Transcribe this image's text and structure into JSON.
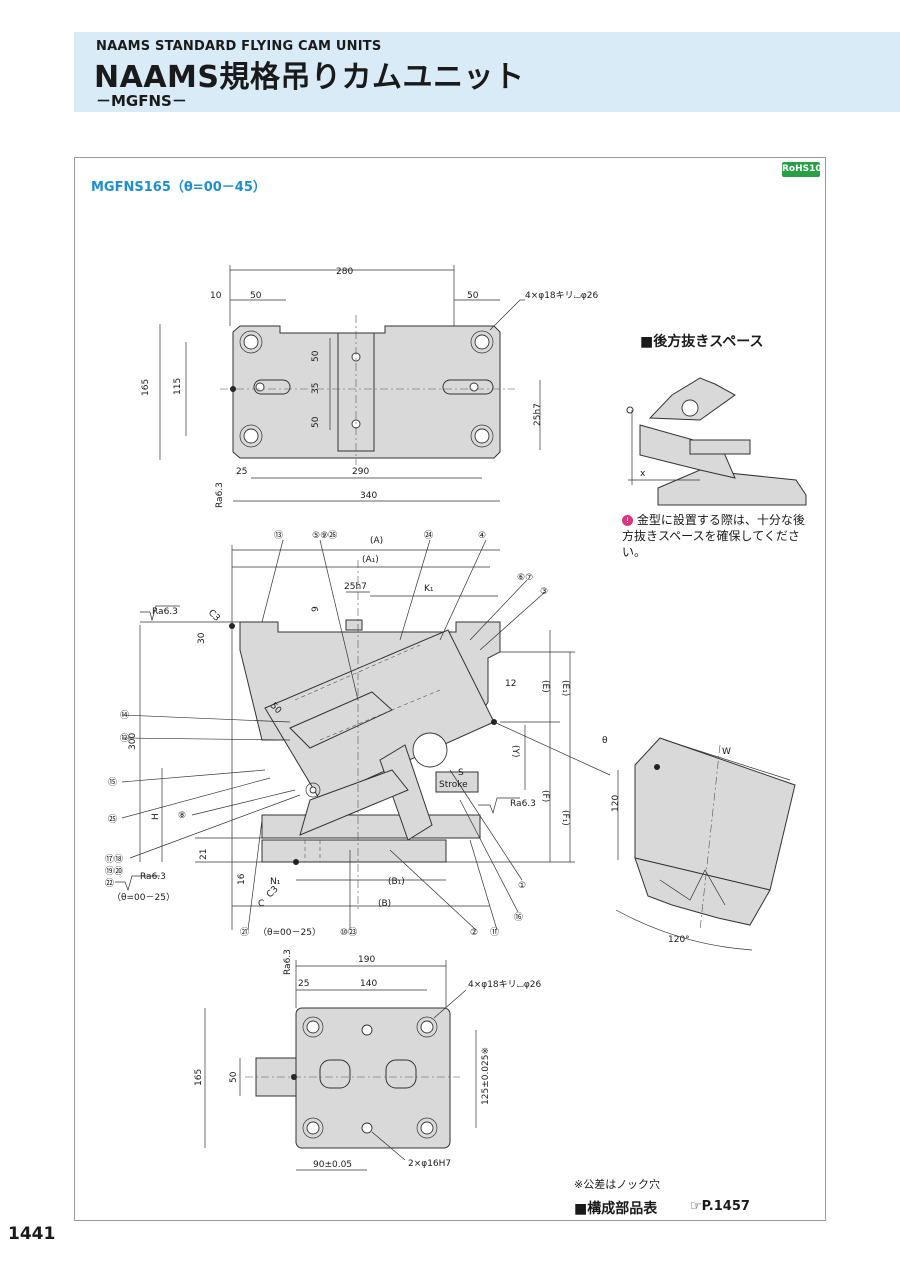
{
  "header": {
    "en_title": "NAAMS STANDARD FLYING CAM UNITS",
    "jp_title": "NAAMS規格吊りカムユニット",
    "subtitle": "－MGFNS－"
  },
  "model_label": "MGFNS165（θ=00－45）",
  "rohs": "RoHS10",
  "rear_space": {
    "title": "■後方抜きスペース",
    "x_label": "x",
    "note": "金型に設置する際は、十分な後方抜きスペースを確保してください。"
  },
  "top_view_dims": {
    "d280": "280",
    "d10": "10",
    "d50a": "50",
    "d50b": "50",
    "holes": "4×φ18キリ⌴φ26",
    "d165": "165",
    "d115": "115",
    "d50c": "50",
    "d35": "35",
    "d50d": "50",
    "d25h7": "25h7",
    "d25": "25",
    "d290": "290",
    "d340": "340",
    "ra": "Ra6.3"
  },
  "side_view_labels": {
    "A": "(A)",
    "A1": "(A₁)",
    "K1": "K₁",
    "d25h7": "25h7",
    "d9": "9",
    "d30": "30",
    "C3a": "C3",
    "d50": "50",
    "d300": "300",
    "H": "H",
    "d21": "21",
    "d16": "16",
    "N1": "N₁",
    "C": "C",
    "C3b": "C3",
    "B1": "(B₁)",
    "B": "(B)",
    "E": "(E)",
    "E1": "(E₁)",
    "F": "(F)",
    "F1": "(F₁)",
    "Y": "(Y)",
    "d12": "12",
    "S": "S",
    "stroke": "Stroke",
    "ra_left": "Ra6.3",
    "ra_mid": "Ra6.3",
    "ra_bot": "Ra6.3",
    "theta_a": "（θ=00－25）",
    "theta_b": "（θ=00－25）",
    "theta": "θ",
    "W": "W",
    "d120": "120",
    "deg120": "120°"
  },
  "callouts": {
    "c13": "⑬",
    "c5926": "⑤⑨㉖",
    "c24": "㉔",
    "c4": "④",
    "c67": "⑥⑦",
    "c3": "③",
    "c14": "⑭",
    "c12": "⑫",
    "c15": "⑮",
    "c25": "㉕",
    "c8": "⑧",
    "c17a": "⑰⑱",
    "c17b": "⑲⑳",
    "c17c": "㉒",
    "c21": "㉑",
    "c1023": "⑩㉓",
    "c2": "②",
    "c11": "⑪",
    "c1": "①",
    "c16": "⑯"
  },
  "bottom_view_dims": {
    "ra": "Ra6.3",
    "d190": "190",
    "d25": "25",
    "d140": "140",
    "holes": "4×φ18キリ⌴φ26",
    "d165": "165",
    "d50": "50",
    "d125": "125±0.025※",
    "d90": "90±0.05",
    "pins": "2×φ16H7"
  },
  "footer": {
    "tolerance_note": "※公差はノック穴",
    "parts_table": "■構成部品表",
    "page_ref": "☞P.1457",
    "page_number": "1441"
  }
}
